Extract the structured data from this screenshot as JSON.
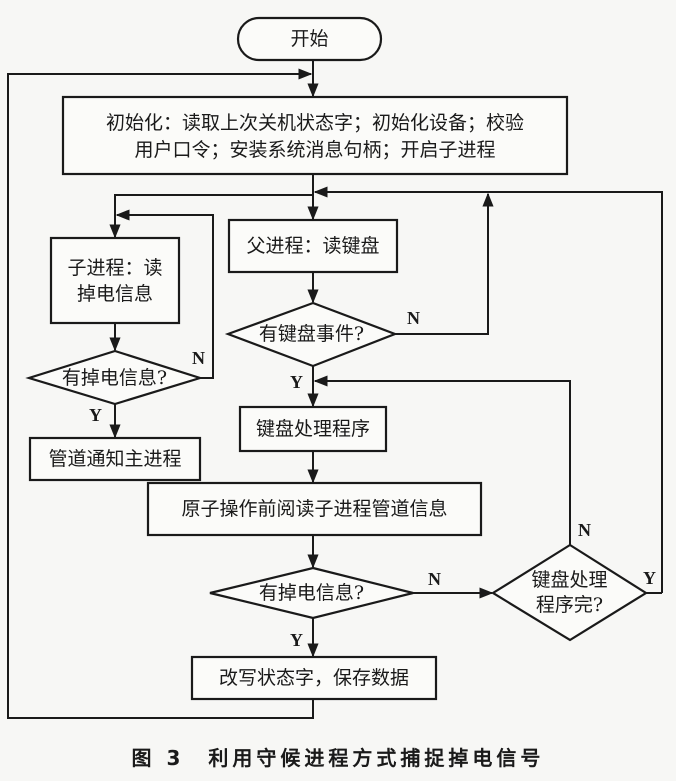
{
  "nodes": {
    "start": "开始",
    "init_line1": "初始化：读取上次关机状态字；初始化设备；校验",
    "init_line2": "用户口令；安装系统消息句柄；开启子进程",
    "child_read_line1": "子进程：读",
    "child_read_line2": "掉电信息",
    "child_decision": "有掉电信息?",
    "child_notify": "管道通知主进程",
    "parent_read": "父进程：读键盘",
    "keyboard_event_decision": "有键盘事件?",
    "keyboard_handler": "键盘处理程序",
    "atomic_read": "原子操作前阅读子进程管道信息",
    "power_fail_decision": "有掉电信息?",
    "handler_done_line1": "键盘处理",
    "handler_done_line2": "程序完?",
    "save_state": "改写状态字，保存数据"
  },
  "edge_labels": {
    "yes": "Y",
    "no": "N"
  },
  "caption": "图 3　利用守候进程方式捕捉掉电信号"
}
